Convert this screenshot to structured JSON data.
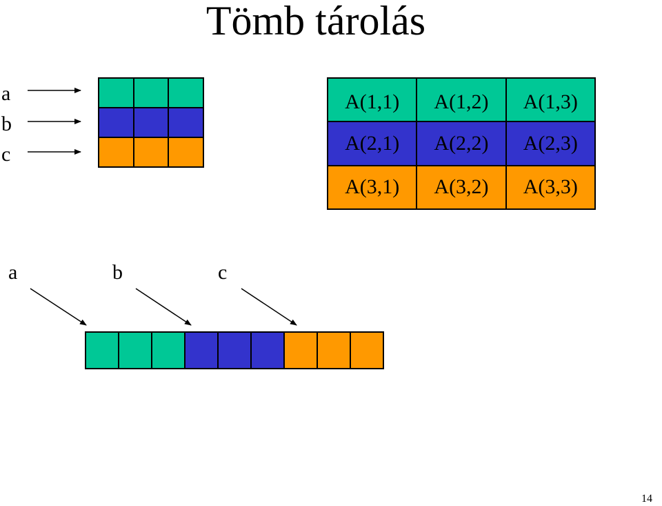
{
  "title": "Tömb tárolás",
  "pointer_labels": [
    "a",
    "b",
    "c"
  ],
  "colors": {
    "row1": "#00C896",
    "row2": "#3333CC",
    "row3": "#FF9900",
    "border": "#000000"
  },
  "row_colors": [
    "#00C896",
    "#3333CC",
    "#FF9900"
  ],
  "matrix": [
    [
      "A(1,1)",
      "A(1,2)",
      "A(1,3)"
    ],
    [
      "A(2,1)",
      "A(2,2)",
      "A(2,3)"
    ],
    [
      "A(3,1)",
      "A(3,2)",
      "A(3,3)"
    ]
  ],
  "linear_cells": [
    "row1",
    "row1",
    "row1",
    "row2",
    "row2",
    "row2",
    "row3",
    "row3",
    "row3"
  ],
  "page_number": "14"
}
